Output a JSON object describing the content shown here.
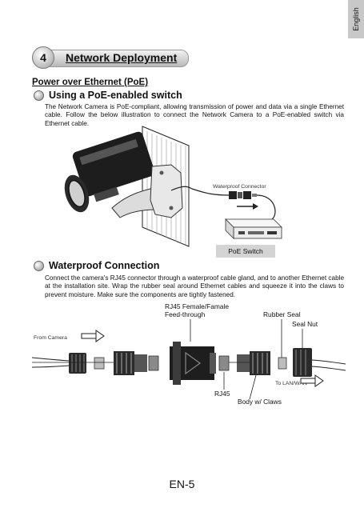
{
  "language_tab": "English",
  "section": {
    "number": "4",
    "title": "Network Deployment"
  },
  "subsection_title": "Power over Ethernet (PoE)",
  "poe": {
    "heading": "Using a PoE-enabled switch",
    "body": "The Network Camera is PoE-compliant, allowing transmission of power and data via a single Ethernet cable. Follow the below illustration to connect the Network Camera to a PoE-enabled switch via Ethernet cable.",
    "connector_label": "Waterproof Connector",
    "switch_label": "PoE Switch"
  },
  "waterproof": {
    "heading": "Waterproof Connection",
    "body": "Connect the camera's RJ45 connector through a waterproof cable gland, and to another Ethernet cable at the installation site. Wrap the rubber seal around Ethernet cables and squeeze it into the claws to prevent moisture. Make sure the components are tightly fastened.",
    "labels": {
      "feedthrough_line1": "RJ45 Female/Famale",
      "feedthrough_line2": "Feed-through",
      "rubber_seal": "Rubber Seal",
      "seal_nut": "Seal Nut",
      "from_camera": "From Camera",
      "to_lan": "To LAN/WAN",
      "rj45": "RJ45",
      "body_claws": "Body w/ Claws"
    }
  },
  "page_number": "EN-5"
}
